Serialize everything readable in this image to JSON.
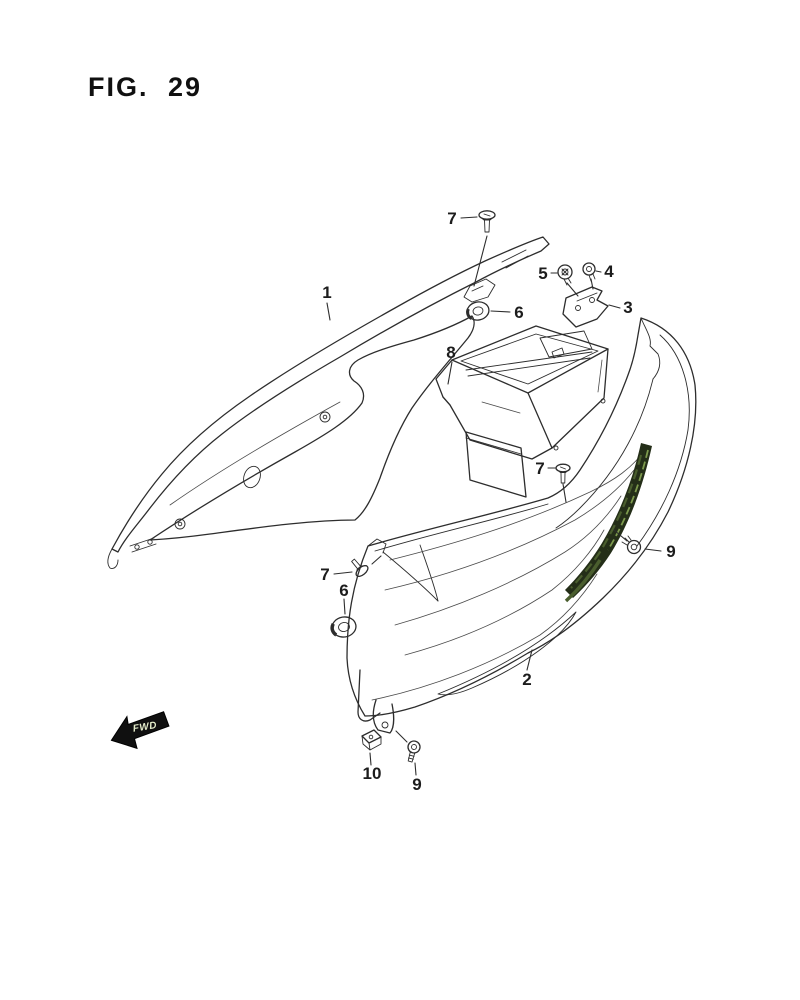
{
  "figure": {
    "title": "FIG. 29"
  },
  "fwd_badge": {
    "label": "FWD"
  },
  "colors": {
    "ink": "#2d2d2d",
    "paper": "#ffffff",
    "decal_dark": "#242e18",
    "decal_mid": "#4a5e2e",
    "decal_light": "#7d9a4d",
    "badge_bg": "#101010",
    "badge_text": "#e4ecca"
  },
  "callouts": [
    {
      "label": "1"
    },
    {
      "label": "2"
    },
    {
      "label": "3"
    },
    {
      "label": "4"
    },
    {
      "label": "5"
    },
    {
      "label": "6"
    },
    {
      "label": "6"
    },
    {
      "label": "7"
    },
    {
      "label": "7"
    },
    {
      "label": "7"
    },
    {
      "label": "8"
    },
    {
      "label": "9"
    },
    {
      "label": "9"
    },
    {
      "label": "10"
    }
  ]
}
